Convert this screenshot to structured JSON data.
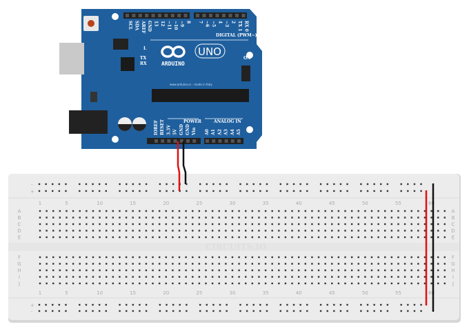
{
  "arduino": {
    "brand": "ARDUINO",
    "model": "UNO",
    "digital_header": "DIGITAL (PWM~)",
    "digital_pins": [
      "SCL",
      "SDA",
      "AREF",
      "GND",
      "13",
      "12",
      "~11",
      "~10",
      "~9",
      "8",
      "7",
      "~6",
      "~5",
      "4",
      "~3",
      "2",
      "TX 1",
      "RX 0"
    ],
    "power_header": "POWER",
    "power_pins": [
      "IOREF",
      "RESET",
      "3.3V",
      "5V",
      "GND",
      "GND",
      "Vin"
    ],
    "analog_header": "ANALOG IN",
    "analog_pins": [
      "A0",
      "A1",
      "A2",
      "A3",
      "A4",
      "A5"
    ],
    "led_labels": {
      "l": "L",
      "tx": "TX",
      "rx": "RX",
      "on": "ON"
    },
    "footer": "www.arduino.cc - made in Italy",
    "color": "#1f5f9e"
  },
  "breadboard": {
    "watermark": "CIRCUITS.IO",
    "column_labels": [
      "1",
      "5",
      "10",
      "15",
      "20",
      "25",
      "30",
      "35",
      "40",
      "45",
      "50",
      "55",
      "60"
    ],
    "row_labels_top": [
      "A",
      "B",
      "C",
      "D",
      "E"
    ],
    "row_labels_bottom": [
      "F",
      "G",
      "H",
      "I",
      "J"
    ],
    "rail_plus": "+",
    "rail_minus": "-"
  },
  "wires": {
    "power_color": "#e01010",
    "ground_color": "#111111"
  }
}
